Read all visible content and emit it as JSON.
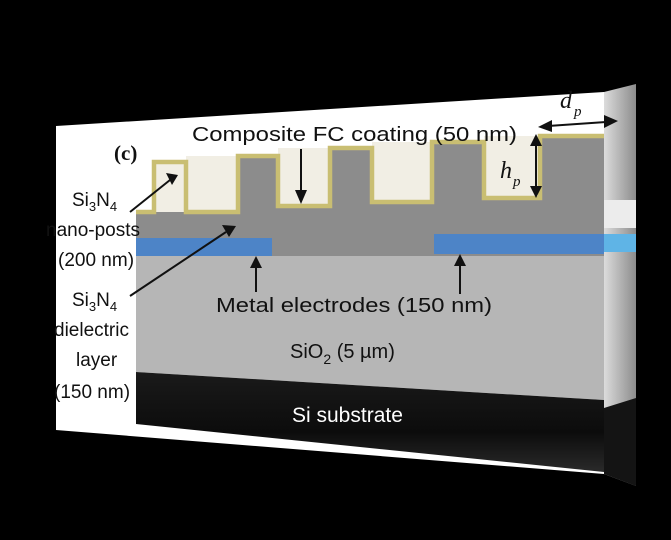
{
  "panel_label": "(c)",
  "coating_label": "Composite FC coating (50 nm)",
  "pitch_symbol": "d",
  "pitch_subscript": "p",
  "height_symbol": "h",
  "height_subscript": "p",
  "nanoposts": {
    "line1_base": "Si",
    "line1_sub1": "3",
    "line1_mid": "N",
    "line1_sub2": "4",
    "line2": "nano-posts",
    "line3": "(200 nm)"
  },
  "dielectric": {
    "line1_base": "Si",
    "line1_sub1": "3",
    "line1_mid": "N",
    "line1_sub2": "4",
    "line2": "dielectric",
    "line3": "layer",
    "line4": "(150 nm)"
  },
  "electrodes_label": "Metal electrodes (150 nm)",
  "oxide": {
    "base": "SiO",
    "sub": "2",
    "rest": " (5 µm)"
  },
  "substrate_label": "Si substrate",
  "colors": {
    "background": "#000000",
    "panel_white": "#ffffff",
    "coating": "#c9be72",
    "nitride": "#8a8a8a",
    "oxide": "#b4b4b4",
    "electrode": "#4d84c7",
    "substrate": "#121212",
    "post_fill": "#f2efe5"
  }
}
